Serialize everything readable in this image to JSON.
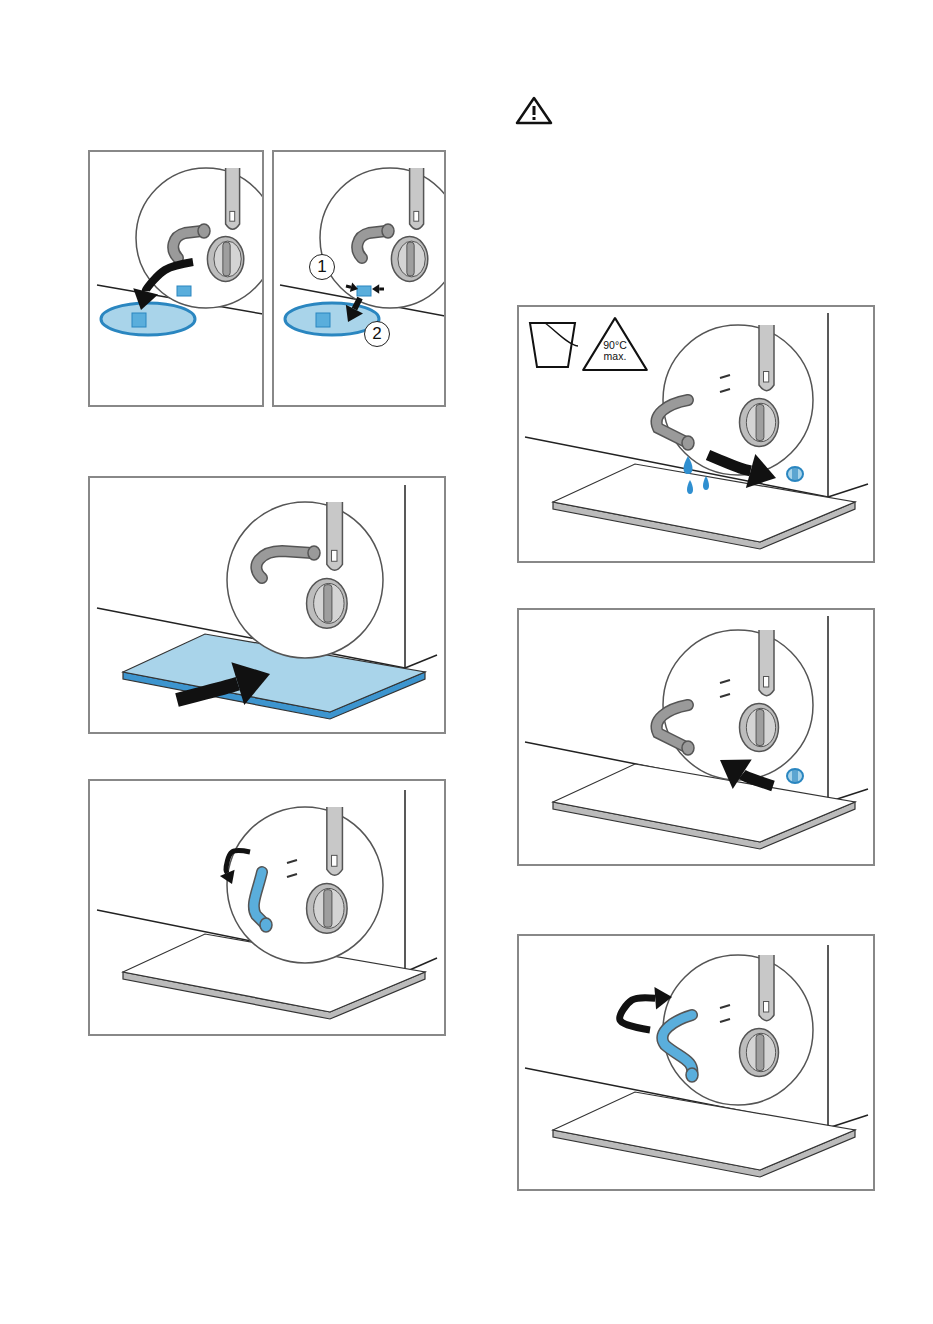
{
  "diagram": {
    "nodes": [
      {
        "text": [
          "1"
        ]
      },
      {
        "text": [
          "2"
        ]
      },
      {
        "text": [
          "90°C max."
        ]
      }
    ]
  }
}
